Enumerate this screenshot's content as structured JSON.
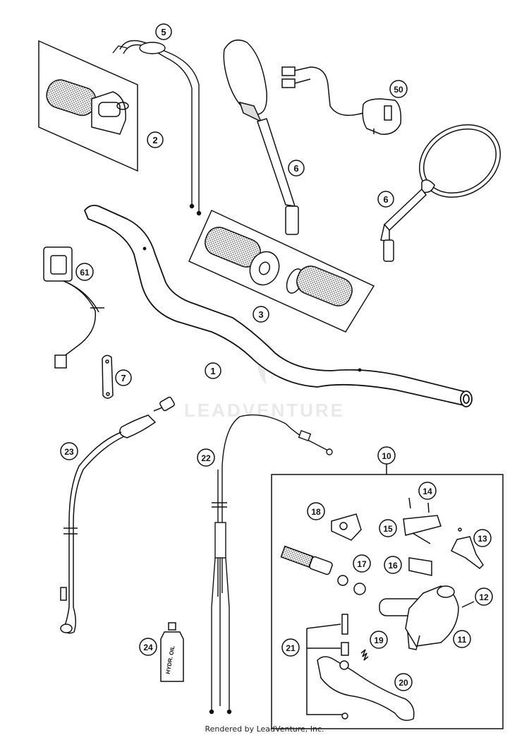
{
  "callouts": {
    "c1": "1",
    "c2": "2",
    "c3": "3",
    "c5": "5",
    "c6a": "6",
    "c6b": "6",
    "c7": "7",
    "c10": "10",
    "c11": "11",
    "c12": "12",
    "c13": "13",
    "c14": "14",
    "c15": "15",
    "c16": "16",
    "c17": "17",
    "c18": "18",
    "c19": "19",
    "c20": "20",
    "c21": "21",
    "c22": "22",
    "c23": "23",
    "c24": "24",
    "c50": "50",
    "c61": "61"
  },
  "bottle_label": "HYDR. OIL",
  "watermark": "LEADVENTURE",
  "footer": "Rendered by LeadVenture, Inc."
}
